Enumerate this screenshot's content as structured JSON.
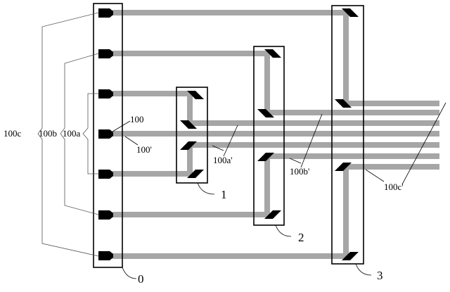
{
  "labels": {
    "l100": "100",
    "l100p": "100'",
    "l100a": "100a",
    "l100b": "100b",
    "l100c": "100c",
    "l100ap": "100a'",
    "l100bp": "100b'",
    "l100cp": "100c'",
    "l0": "0",
    "l1": "1",
    "l2": "2",
    "l3": "3"
  },
  "colors": {
    "beam": "#a6a6a6",
    "ink": "#000000"
  }
}
